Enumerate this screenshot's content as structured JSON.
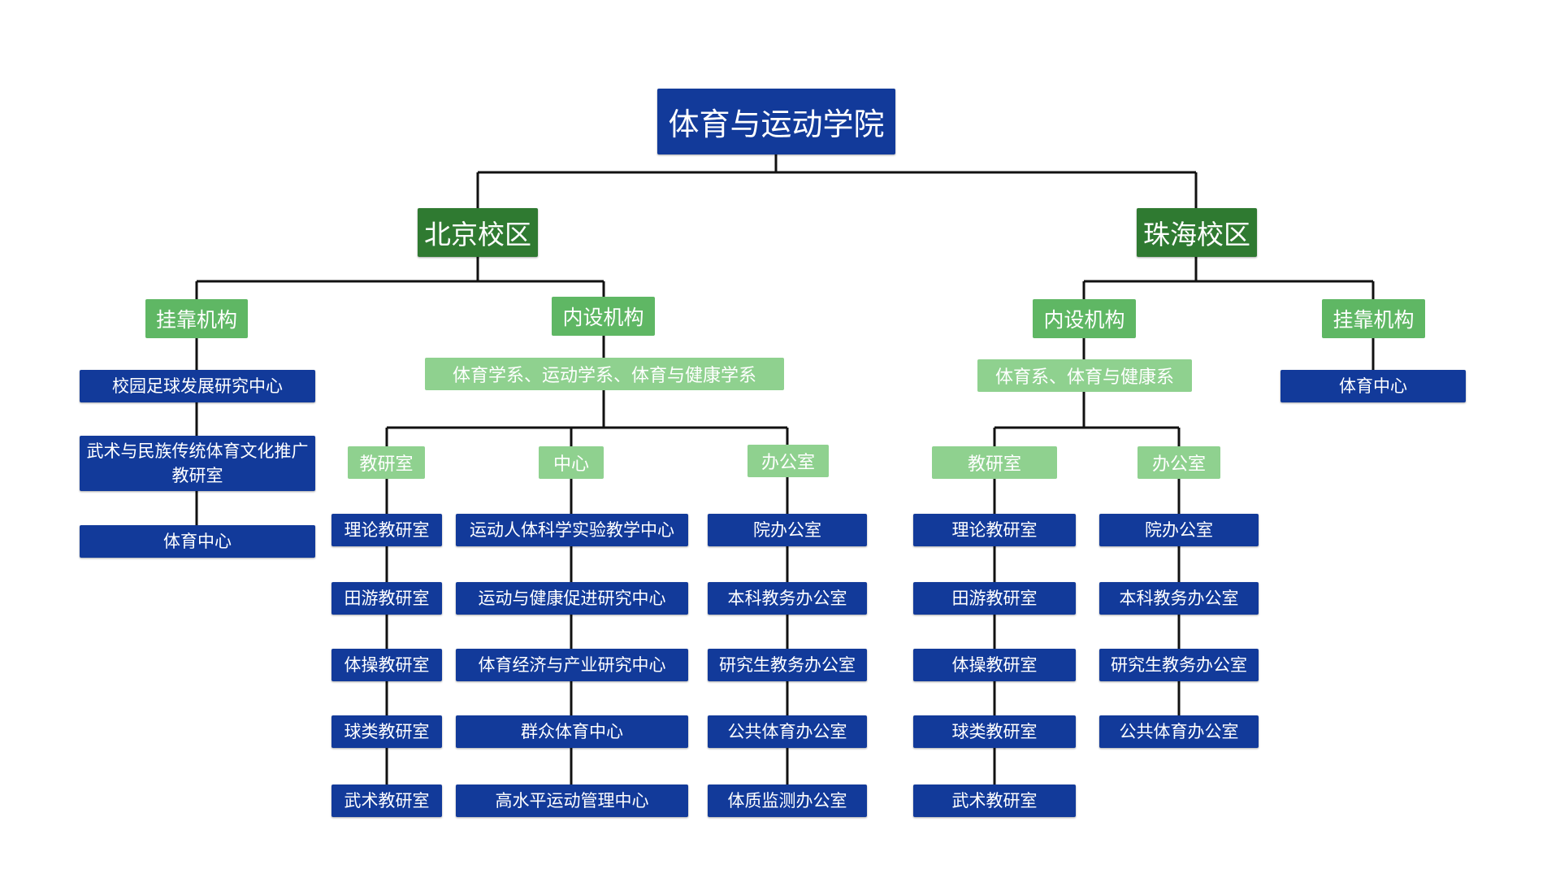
{
  "root": "体育与运动学院",
  "beijing": {
    "label": "北京校区",
    "affiliated": {
      "label": "挂靠机构",
      "items": [
        "校园足球发展研究中心",
        "武术与民族传统体育文化推广教研室",
        "体育中心"
      ]
    },
    "internal": {
      "label": "内设机构",
      "departments": "体育学系、运动学系、体育与健康学系",
      "teaching": {
        "label": "教研室",
        "items": [
          "理论教研室",
          "田游教研室",
          "体操教研室",
          "球类教研室",
          "武术教研室"
        ]
      },
      "centers": {
        "label": "中心",
        "items": [
          "运动人体科学实验教学中心",
          "运动与健康促进研究中心",
          "体育经济与产业研究中心",
          "群众体育中心",
          "高水平运动管理中心"
        ]
      },
      "offices": {
        "label": "办公室",
        "items": [
          "院办公室",
          "本科教务办公室",
          "研究生教务办公室",
          "公共体育办公室",
          "体质监测办公室"
        ]
      }
    }
  },
  "zhuhai": {
    "label": "珠海校区",
    "internal": {
      "label": "内设机构",
      "departments": "体育系、体育与健康系",
      "teaching": {
        "label": "教研室",
        "items": [
          "理论教研室",
          "田游教研室",
          "体操教研室",
          "球类教研室",
          "武术教研室"
        ]
      },
      "offices": {
        "label": "办公室",
        "items": [
          "院办公室",
          "本科教务办公室",
          "研究生教务办公室",
          "公共体育办公室"
        ]
      }
    },
    "affiliated": {
      "label": "挂靠机构",
      "items": [
        "体育中心"
      ]
    }
  },
  "colors": {
    "navy": "#123a9a",
    "dark_green": "#2f7a31",
    "mid_green": "#5fb764",
    "light_green": "#8fd18f",
    "line": "#111111"
  }
}
